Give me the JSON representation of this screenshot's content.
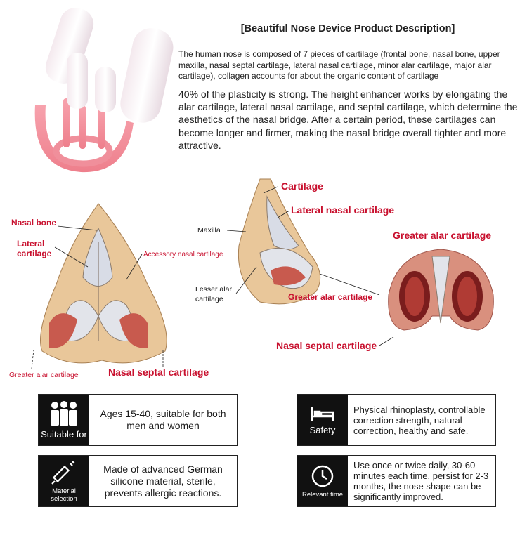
{
  "header": {
    "title": "[Beautiful Nose Device Product Description]",
    "paragraph1": "The human nose is composed of 7 pieces of cartilage (frontal bone, nasal bone, upper maxilla, nasal septal cartilage, lateral nasal cartilage, minor alar cartilage, major alar cartilage), collagen accounts for about the organic content of cartilage",
    "paragraph2": "40% of the plasticity is strong. The height enhancer works by elongating the alar cartilage, lateral nasal cartilage, and septal cartilage, which determine the aesthetics of the nasal bridge. After a certain period, these cartilages can become longer and firmer, making the nasal bridge overall tighter and more attractive."
  },
  "diagram_labels": {
    "nasal_bone": "Nasal bone",
    "lateral_cartilage_1": "Lateral",
    "lateral_cartilage_2": "cartilage",
    "accessory_nasal_cartilage": "Accessory nasal cartilage",
    "greater_alar_cartilage_left": "Greater alar cartilage",
    "nasal_septal_cartilage_left": "Nasal septal cartilage",
    "cartilage": "Cartilage",
    "maxilla": "Maxilla",
    "lateral_nasal_cartilage": "Lateral nasal cartilage",
    "lesser_alar_1": "Lesser alar",
    "lesser_alar_2": "cartilage",
    "greater_alar_cartilage_side": "Greater alar cartilage",
    "nasal_septal_cartilage_right": "Nasal septal cartilage",
    "greater_alar_cartilage_right": "Greater alar cartilage"
  },
  "features": [
    {
      "caption": "Suitable for",
      "text": "Ages 15-40, suitable for both men and women",
      "icon": "people-icon"
    },
    {
      "caption": "Safety",
      "text": "Physical rhinoplasty, controllable correction strength, natural correction, healthy and safe.",
      "icon": "bed-icon"
    },
    {
      "caption_line1": "Material",
      "caption_line2": "selection",
      "text": "Made of advanced German silicone material, sterile, prevents allergic reactions.",
      "icon": "syringe-icon"
    },
    {
      "caption": "Relevant time",
      "text": "Use once or twice daily, 30-60 minutes each time, persist for 2-3 months, the nose shape can be significantly improved.",
      "icon": "clock-icon"
    }
  ]
}
